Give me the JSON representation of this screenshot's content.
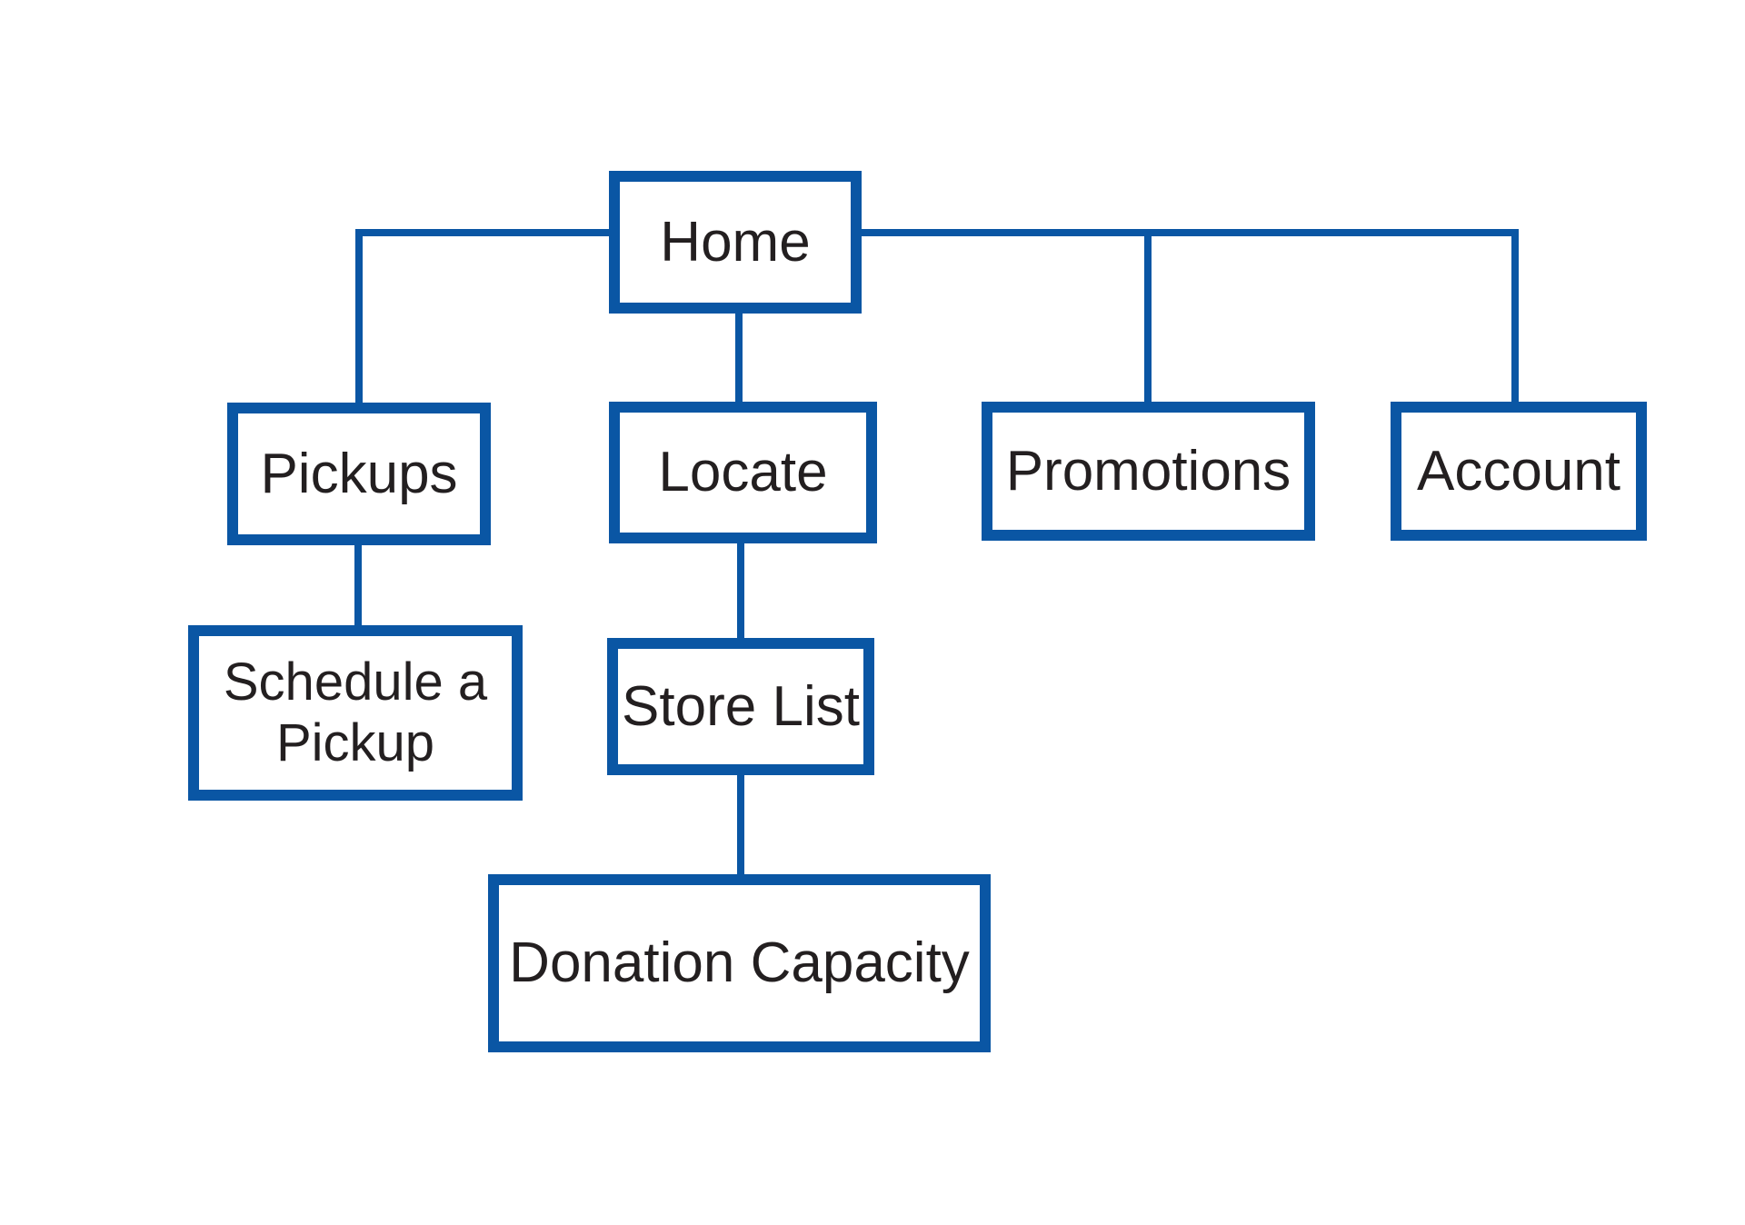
{
  "diagram_type": "sitemap-flowchart",
  "colors": {
    "line": "#0a56a4",
    "text": "#231f20",
    "background": "#ffffff"
  },
  "nodes": {
    "home": {
      "label": "Home"
    },
    "pickups": {
      "label": "Pickups"
    },
    "locate": {
      "label": "Locate"
    },
    "promotions": {
      "label": "Promotions"
    },
    "account": {
      "label": "Account"
    },
    "schedule_a_pickup": {
      "label": "Schedule a Pickup"
    },
    "store_list": {
      "label": "Store List"
    },
    "donation_capacity": {
      "label": "Donation Capacity"
    }
  },
  "edges": [
    {
      "from": "Home",
      "to": "Pickups"
    },
    {
      "from": "Home",
      "to": "Locate"
    },
    {
      "from": "Home",
      "to": "Promotions"
    },
    {
      "from": "Home",
      "to": "Account"
    },
    {
      "from": "Pickups",
      "to": "Schedule a Pickup"
    },
    {
      "from": "Locate",
      "to": "Store List"
    },
    {
      "from": "Store List",
      "to": "Donation Capacity"
    }
  ]
}
